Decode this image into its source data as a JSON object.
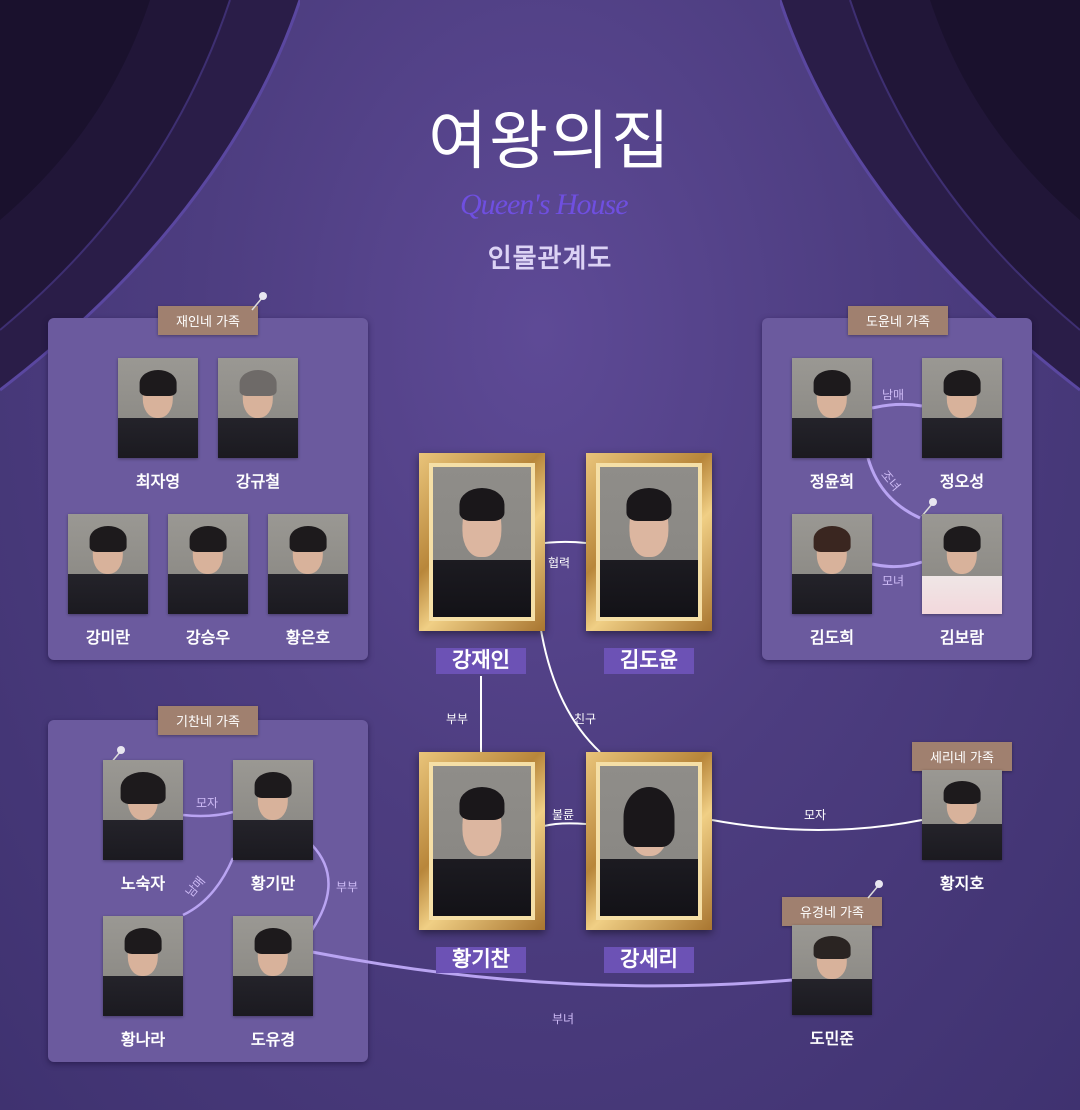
{
  "header": {
    "title_korean": "여왕의집",
    "title_english": "Queen's House",
    "caption": "인물관계도"
  },
  "colors": {
    "background": "#4d3d80",
    "family_box": "#6b5a9e",
    "family_tag": "#a0806f",
    "lead_name_bar": "#6c52b5",
    "frame_gold": "#d4a650",
    "line_white": "#ffffff",
    "line_lilac": "#b9a4f2"
  },
  "leads": [
    {
      "name": "강재인"
    },
    {
      "name": "김도윤"
    },
    {
      "name": "황기찬"
    },
    {
      "name": "강세리"
    }
  ],
  "families": {
    "jaein": {
      "tag": "재인네 가족",
      "members": [
        {
          "name": "최자영"
        },
        {
          "name": "강규철"
        },
        {
          "name": "강미란"
        },
        {
          "name": "강승우"
        },
        {
          "name": "황은호"
        }
      ]
    },
    "doyun": {
      "tag": "도윤네 가족",
      "members": [
        {
          "name": "정윤희"
        },
        {
          "name": "정오성"
        },
        {
          "name": "김도희"
        },
        {
          "name": "김보람"
        }
      ],
      "relations": [
        "남매",
        "조녀",
        "모녀"
      ]
    },
    "gichan": {
      "tag": "기찬네 가족",
      "members": [
        {
          "name": "노숙자"
        },
        {
          "name": "황기만"
        },
        {
          "name": "황나라"
        },
        {
          "name": "도유경"
        }
      ],
      "relations": [
        "모자",
        "남매",
        "부부"
      ]
    },
    "seri": {
      "tag": "세리네 가족",
      "members": [
        {
          "name": "황지호"
        }
      ]
    },
    "yugyeong": {
      "tag": "유경네 가족",
      "members": [
        {
          "name": "도민준"
        }
      ]
    }
  },
  "relations": {
    "jaein_doyun": "협력",
    "jaein_gichan": "부부",
    "jaein_seri": "친구",
    "gichan_seri": "불륜",
    "seri_jiho": "모자",
    "yugyeong_minjun": "부녀"
  }
}
